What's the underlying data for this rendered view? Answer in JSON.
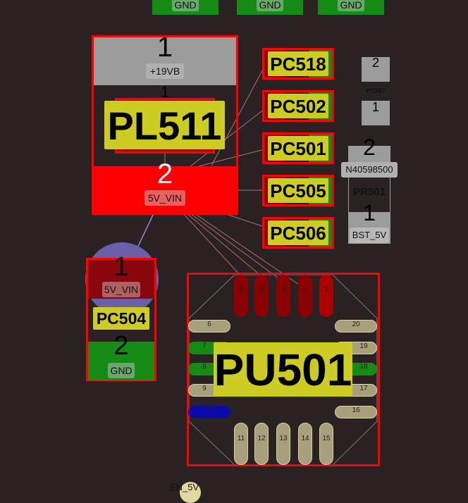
{
  "top_pads": [
    {
      "net": "GND"
    },
    {
      "net": "GND"
    },
    {
      "net": "GND"
    }
  ],
  "pl511": {
    "ref": "PL511",
    "pad1_num": "1",
    "pad1_net": "+19VB",
    "pad2_num": "2",
    "pad2_net": "5V_VIN",
    "inner_num": "1"
  },
  "caps": [
    {
      "ref": "PC518"
    },
    {
      "ref": "PC502"
    },
    {
      "ref": "PC501"
    },
    {
      "ref": "PC505"
    },
    {
      "ref": "PC506"
    }
  ],
  "pc507": {
    "ref": "PC507",
    "pad2_num": "2",
    "pad1_num": "1"
  },
  "pr501": {
    "ref": "PR501",
    "pad2_num": "2",
    "pad2_net": "N40598500",
    "pad1_num": "1",
    "pad1_net": "BST_5V"
  },
  "pc504": {
    "ref": "PC504",
    "pad1_num": "1",
    "pad1_net": "5V_VIN",
    "pad2_num": "2",
    "pad2_net": "GND"
  },
  "pu501": {
    "ref": "PU501",
    "pins": [
      "1",
      "2",
      "3",
      "4",
      "5",
      "6",
      "7",
      "8",
      "9",
      "10",
      "11",
      "12",
      "13",
      "14",
      "15",
      "16",
      "17",
      "18",
      "19",
      "20"
    ]
  },
  "en5v": {
    "net": "EN_5V"
  },
  "colors": {
    "background": "#2a2222",
    "outline": "#ff0000",
    "gnd": "#158a15",
    "vin": "#ff0000",
    "label": "#cccc22"
  }
}
